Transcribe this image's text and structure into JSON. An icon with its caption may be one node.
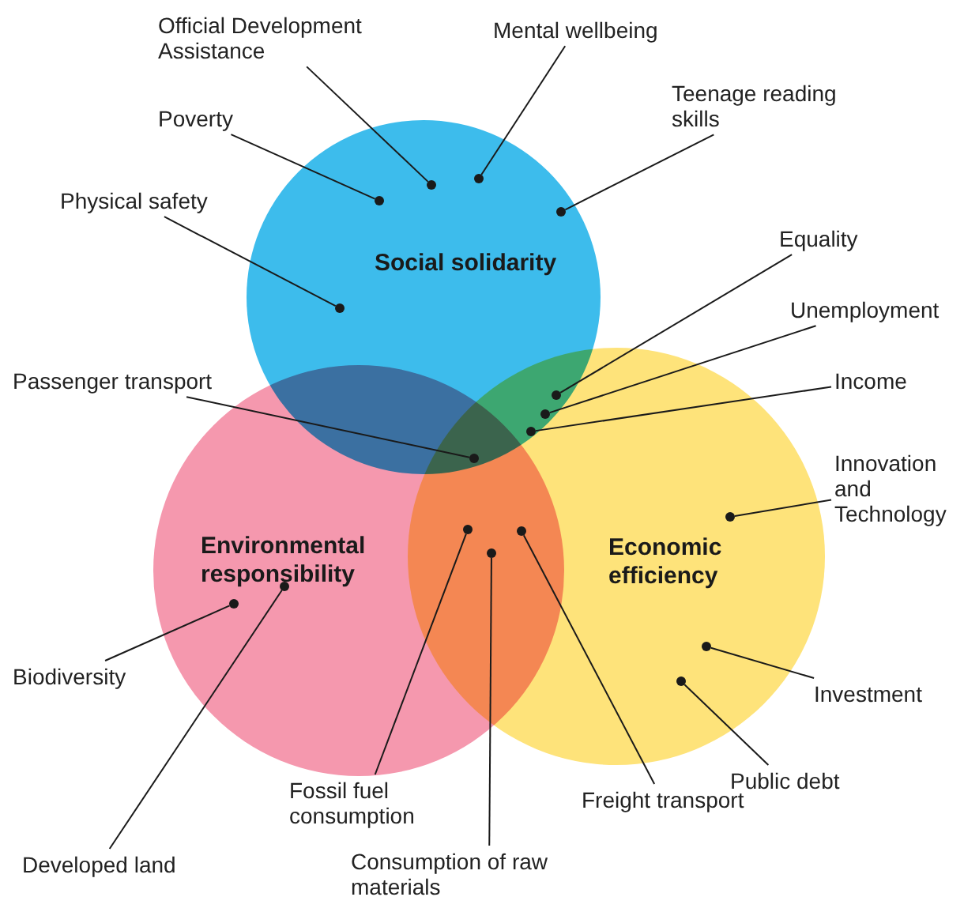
{
  "diagram": {
    "nodes": [
      {
        "text": [
          "Social solidarity"
        ]
      },
      {
        "text": [
          "Environmental responsibility"
        ]
      },
      {
        "text": [
          "Economic efficiency"
        ]
      },
      {
        "text": [
          "Official Development Assistance"
        ]
      },
      {
        "text": [
          "Mental wellbeing"
        ]
      },
      {
        "text": [
          "Teenage reading skills"
        ]
      },
      {
        "text": [
          "Poverty"
        ]
      },
      {
        "text": [
          "Physical safety"
        ]
      },
      {
        "text": [
          "Equality"
        ]
      },
      {
        "text": [
          "Unemployment"
        ]
      },
      {
        "text": [
          "Passenger transport"
        ]
      },
      {
        "text": [
          "Income"
        ]
      },
      {
        "text": [
          "Innovation and Technology"
        ]
      },
      {
        "text": [
          "Biodiversity"
        ]
      },
      {
        "text": [
          "Investment"
        ]
      },
      {
        "text": [
          "Fossil fuel consumption"
        ]
      },
      {
        "text": [
          "Public debt"
        ]
      },
      {
        "text": [
          "Freight transport"
        ]
      },
      {
        "text": [
          "Developed land"
        ]
      },
      {
        "text": [
          "Consumption of raw materials"
        ]
      },
      {
        "text": [],
        "shape": "circle",
        "in": 0
      },
      {
        "text": [],
        "shape": "circle",
        "in": 0
      },
      {
        "text": [],
        "shape": "circle",
        "in": 0
      },
      {
        "text": [],
        "shape": "circle",
        "in": 0
      },
      {
        "text": [],
        "shape": "circle",
        "in": 0
      },
      {
        "text": [],
        "shape": "circle"
      },
      {
        "text": [],
        "shape": "circle"
      },
      {
        "text": [],
        "shape": "circle"
      },
      {
        "text": [],
        "shape": "circle"
      },
      {
        "text": [],
        "shape": "circle",
        "in": 2
      },
      {
        "text": [],
        "shape": "circle",
        "in": 1
      },
      {
        "text": [],
        "shape": "circle",
        "in": 2
      },
      {
        "text": [],
        "shape": "circle"
      },
      {
        "text": [],
        "shape": "circle",
        "in": 2
      },
      {
        "text": [],
        "shape": "circle"
      },
      {
        "text": [],
        "shape": "circle",
        "in": 1
      },
      {
        "text": [],
        "shape": "circle"
      }
    ],
    "edges": [
      {
        "from": 3,
        "to": 20,
        "arrow": "none"
      },
      {
        "from": 4,
        "to": 21,
        "arrow": "none"
      },
      {
        "from": 5,
        "to": 22,
        "arrow": "none"
      },
      {
        "from": 6,
        "to": 23,
        "arrow": "none"
      },
      {
        "from": 7,
        "to": 24,
        "arrow": "none"
      },
      {
        "from": 8,
        "to": 25,
        "arrow": "none"
      },
      {
        "from": 9,
        "to": 26,
        "arrow": "none"
      },
      {
        "from": 10,
        "to": 27,
        "arrow": "none"
      },
      {
        "from": 11,
        "to": 28,
        "arrow": "none"
      },
      {
        "from": 12,
        "to": 29,
        "arrow": "none"
      },
      {
        "from": 13,
        "to": 30,
        "arrow": "none"
      },
      {
        "from": 14,
        "to": 31,
        "arrow": "none"
      },
      {
        "from": 15,
        "to": 32,
        "arrow": "none"
      },
      {
        "from": 16,
        "to": 33,
        "arrow": "none"
      },
      {
        "from": 17,
        "to": 34,
        "arrow": "none"
      },
      {
        "from": 18,
        "to": 35,
        "arrow": "none"
      },
      {
        "from": 19,
        "to": 36,
        "arrow": "none"
      }
    ]
  }
}
